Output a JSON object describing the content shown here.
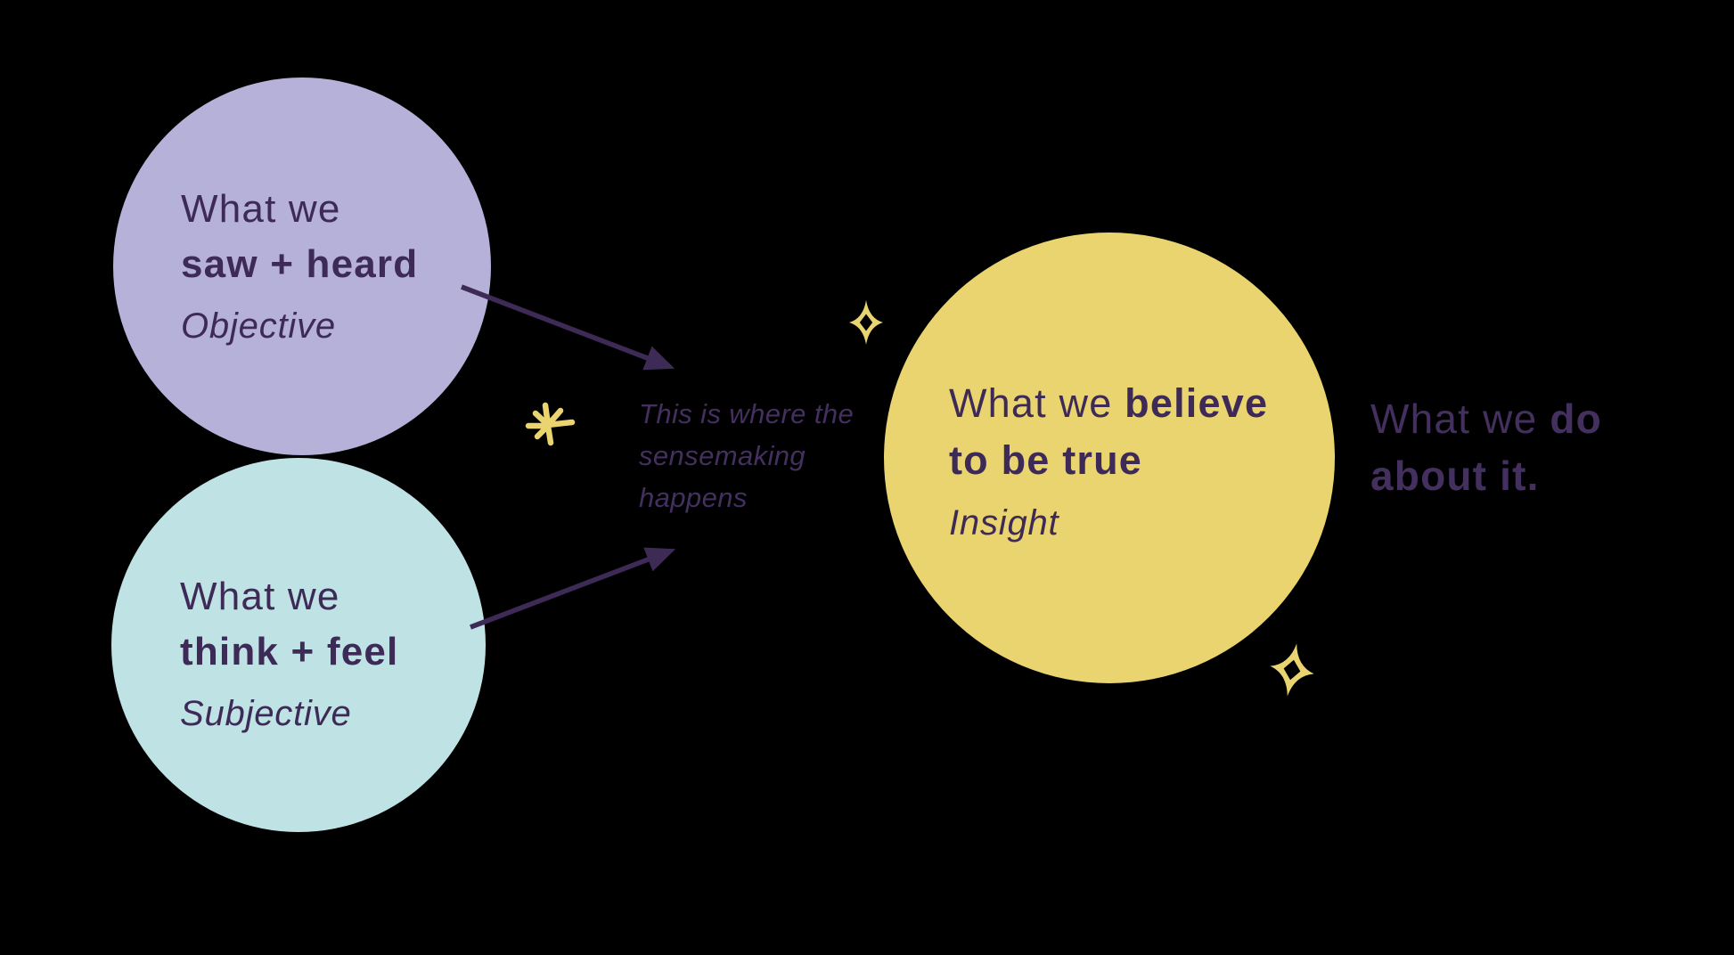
{
  "circles": {
    "observation": {
      "line1": "What we",
      "line2": "saw + heard",
      "label": "Objective",
      "fill": "#b6b1d9"
    },
    "feeling": {
      "line1": "What we",
      "line2": "think + feel",
      "label": "Subjective",
      "fill": "#bfe3e4"
    },
    "insight": {
      "line1_regular": "What we ",
      "line1_bold": "believe",
      "line2": "to be true",
      "label": "Insight",
      "fill": "#e9d46f"
    }
  },
  "center_note": {
    "line1": "This is where the",
    "line2": "sensemaking",
    "line3": "happens"
  },
  "action_note": {
    "line1_regular": "What we ",
    "line1_bold": "do",
    "line2": "about it."
  },
  "colors": {
    "background": "#000000",
    "circle_text": "#3e2a57",
    "note_text": "#44305f",
    "arrow": "#3d2b56",
    "sparkle": "#e9d46f"
  }
}
